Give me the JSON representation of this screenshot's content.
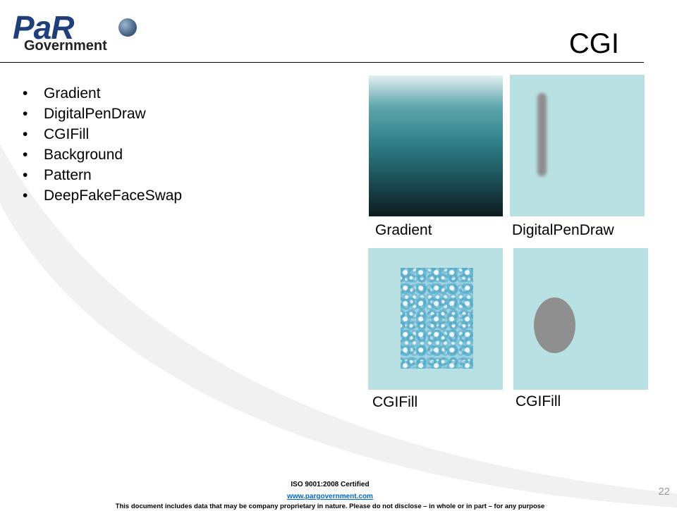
{
  "logo": {
    "text": "PaR",
    "subtext": "Government"
  },
  "title": "CGI",
  "bullets": [
    "Gradient",
    "DigitalPenDraw",
    "CGIFill",
    "Background",
    "Pattern",
    "DeepFakeFaceSwap"
  ],
  "panels": {
    "gradient_caption": "Gradient",
    "pen_caption": "DigitalPenDraw",
    "fill1_caption": "CGIFill",
    "fill2_caption": "CGIFill"
  },
  "colors": {
    "panel_bg": "#b9e0e3",
    "logo_blue": "#1f3f7a",
    "link": "#0066cc"
  },
  "footer": {
    "iso": "ISO 9001:2008 Certified",
    "url": "www.pargovernment.com",
    "disclaimer": "This document includes data that may be company proprietary in nature. Please do not disclose – in whole or in part – for any purpose"
  },
  "page_number": "22"
}
